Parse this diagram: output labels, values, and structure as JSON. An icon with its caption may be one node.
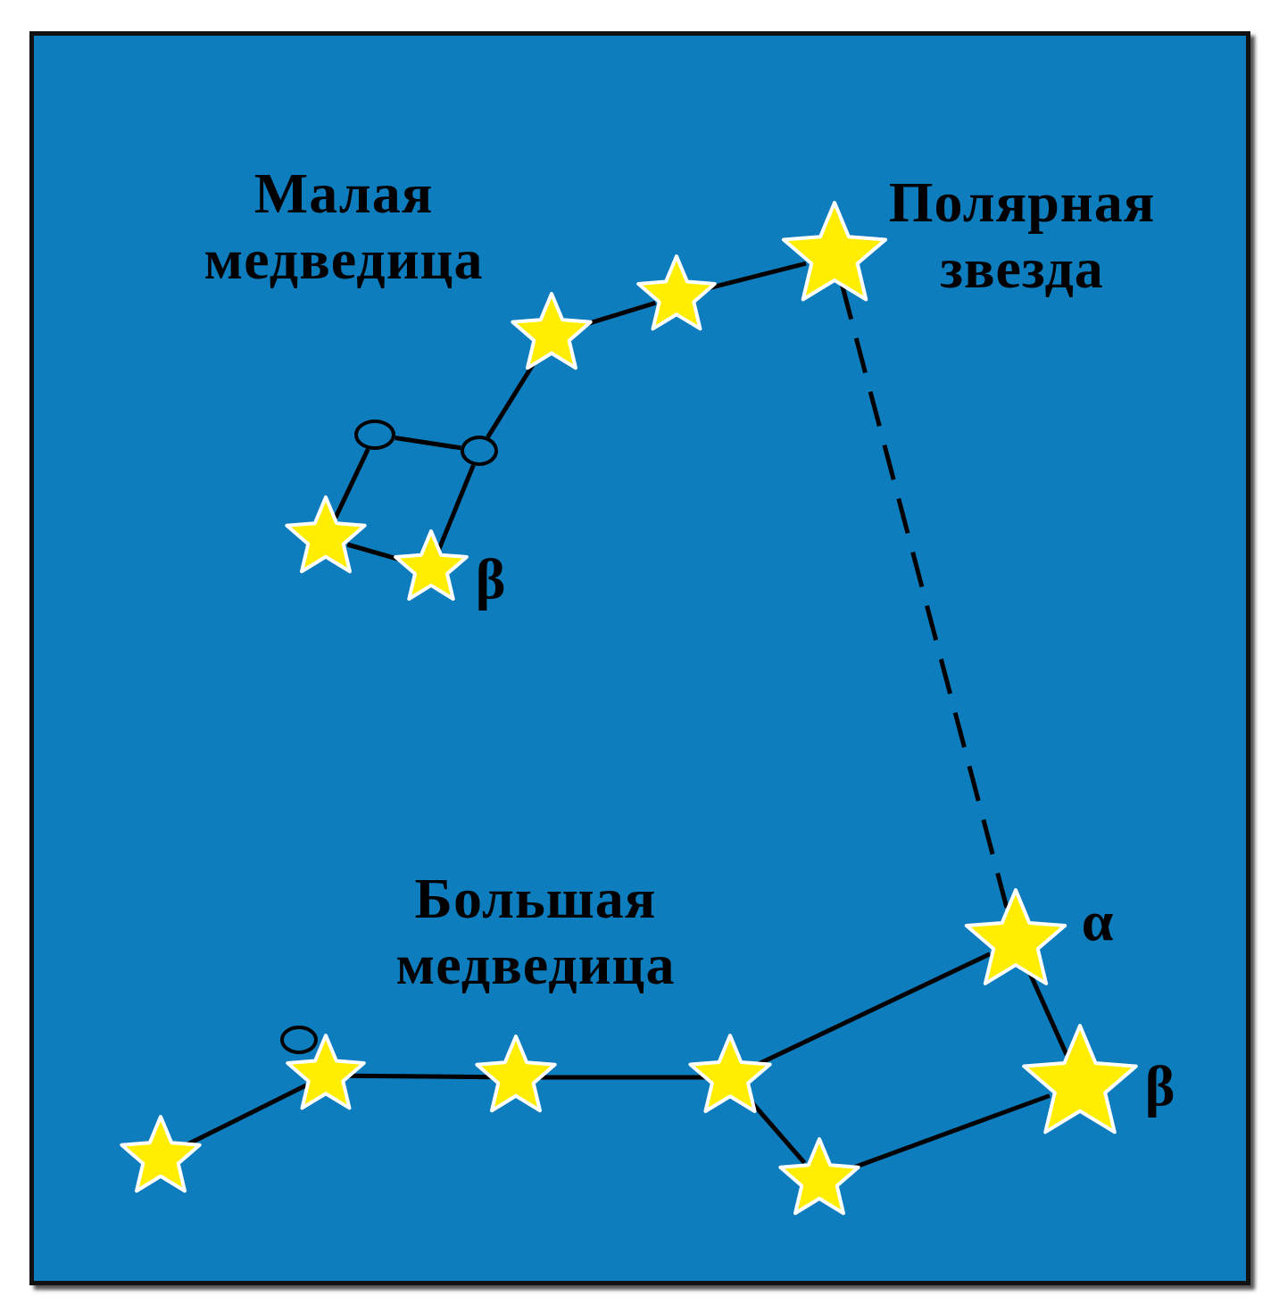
{
  "diagram": {
    "nodes": [
      {
        "text": [],
        "shape": "star",
        "beside": [
          "Полярная звезда"
        ]
      },
      {
        "text": [],
        "shape": "star"
      },
      {
        "text": [],
        "shape": "star"
      },
      {
        "text": [],
        "shape": "circle"
      },
      {
        "text": [],
        "shape": "circle"
      },
      {
        "text": [],
        "shape": "star"
      },
      {
        "text": [],
        "shape": "star",
        "beside": [
          "β"
        ]
      },
      {
        "text": [],
        "shape": "star",
        "beside": [
          "α"
        ]
      },
      {
        "text": [],
        "shape": "circle"
      },
      {
        "text": [],
        "shape": "star"
      },
      {
        "text": [],
        "shape": "star"
      },
      {
        "text": [],
        "shape": "star"
      },
      {
        "text": [],
        "shape": "star",
        "beside": [
          "β"
        ]
      },
      {
        "text": [],
        "shape": "star"
      },
      {
        "text": [],
        "shape": "star"
      }
    ],
    "edges": [
      {
        "from": 0,
        "to": 1,
        "arrow": "none"
      },
      {
        "from": 1,
        "to": 2,
        "arrow": "none"
      },
      {
        "from": 2,
        "to": 4,
        "arrow": "none"
      },
      {
        "from": 4,
        "to": 3,
        "arrow": "none"
      },
      {
        "from": 3,
        "to": 5,
        "arrow": "none"
      },
      {
        "from": 5,
        "to": 6,
        "arrow": "none"
      },
      {
        "from": 6,
        "to": 4,
        "arrow": "none"
      },
      {
        "from": 0,
        "to": 7,
        "arrow": "none",
        "style": "dashed"
      },
      {
        "from": 7,
        "to": 12,
        "arrow": "none"
      },
      {
        "from": 7,
        "to": 11,
        "arrow": "none"
      },
      {
        "from": 11,
        "to": 14,
        "arrow": "none"
      },
      {
        "from": 14,
        "to": 12,
        "arrow": "none"
      },
      {
        "from": 11,
        "to": 10,
        "arrow": "none"
      },
      {
        "from": 10,
        "to": 9,
        "arrow": "none"
      },
      {
        "from": 9,
        "to": 13,
        "arrow": "none"
      }
    ],
    "labels": [
      "Малая медведица",
      "Большая медведица"
    ]
  }
}
